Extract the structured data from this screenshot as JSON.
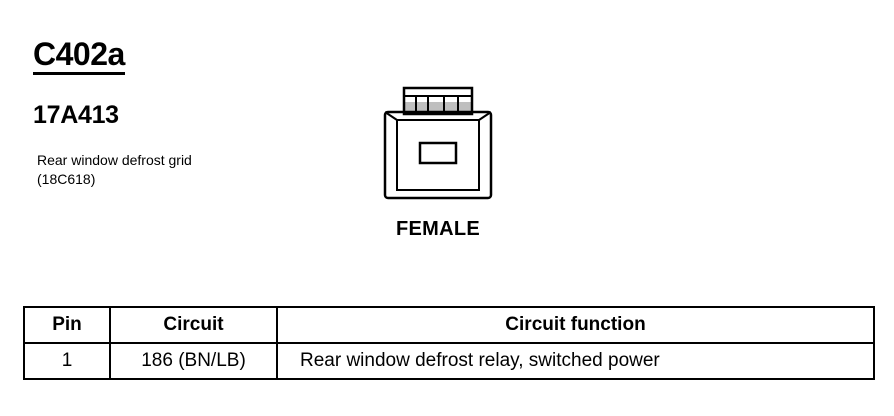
{
  "connector": {
    "id": "C402a",
    "part_number": "17A413",
    "description": "Rear window defrost grid (18C618)",
    "view_label": "FEMALE"
  },
  "table": {
    "headers": [
      "Pin",
      "Circuit",
      "Circuit function"
    ],
    "rows": [
      {
        "pin": "1",
        "circuit": "186 (BN/LB)",
        "function": "Rear window defrost relay, switched power"
      }
    ]
  }
}
